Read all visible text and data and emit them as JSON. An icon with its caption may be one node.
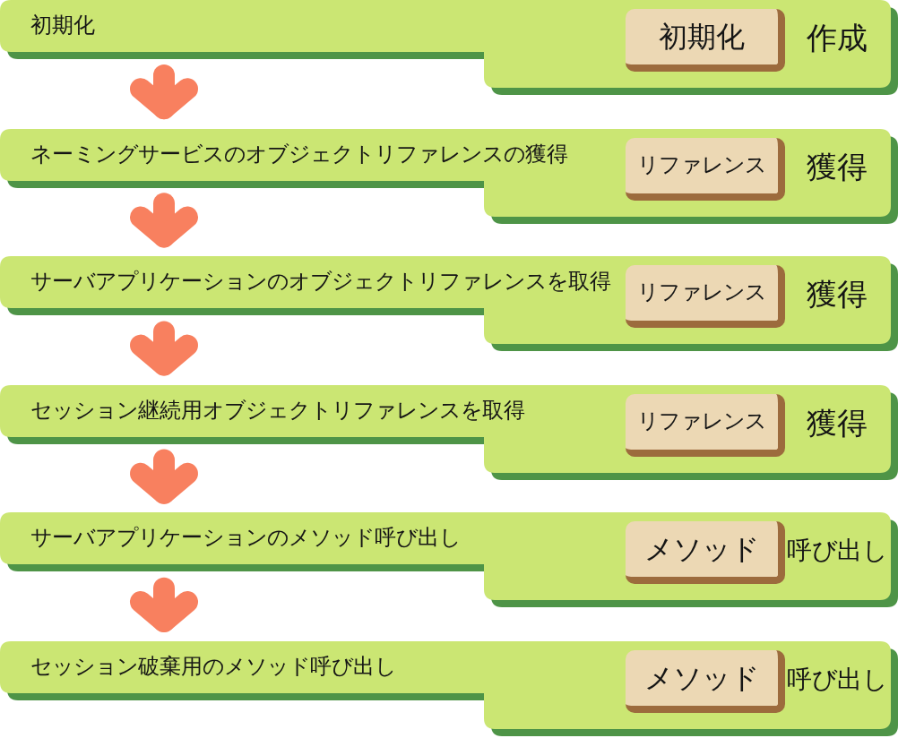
{
  "diagram": {
    "nodes": [
      {
        "text": [
          "初期化"
        ]
      },
      {
        "text": [
          "初期化"
        ],
        "in": 0,
        "beside": [
          "作成"
        ]
      },
      {
        "text": [
          "ネーミングサービスのオブジェクトリファレンスの獲得"
        ]
      },
      {
        "text": [
          "リファレンス"
        ],
        "in": 2,
        "beside": [
          "獲得"
        ]
      },
      {
        "text": [
          "サーバアプリケーションのオブジェクトリファレンスを取得"
        ]
      },
      {
        "text": [
          "リファレンス"
        ],
        "in": 4,
        "beside": [
          "獲得"
        ]
      },
      {
        "text": [
          "セッション継続用オブジェクトリファレンスを取得"
        ]
      },
      {
        "text": [
          "リファレンス"
        ],
        "in": 6,
        "beside": [
          "獲得"
        ]
      },
      {
        "text": [
          "サーバアプリケーションのメソッド呼び出し"
        ]
      },
      {
        "text": [
          "メソッド"
        ],
        "in": 8,
        "beside": [
          "呼び出し"
        ]
      },
      {
        "text": [
          "セッション破棄用のメソッド呼び出し"
        ]
      },
      {
        "text": [
          "メソッド"
        ],
        "in": 10,
        "beside": [
          "呼び出し"
        ]
      }
    ],
    "edges": [
      {
        "from": 0,
        "to": 2,
        "arrow": "to"
      },
      {
        "from": 2,
        "to": 4,
        "arrow": "to"
      },
      {
        "from": 4,
        "to": 6,
        "arrow": "to"
      },
      {
        "from": 6,
        "to": 8,
        "arrow": "to"
      },
      {
        "from": 8,
        "to": 10,
        "arrow": "to"
      }
    ]
  }
}
